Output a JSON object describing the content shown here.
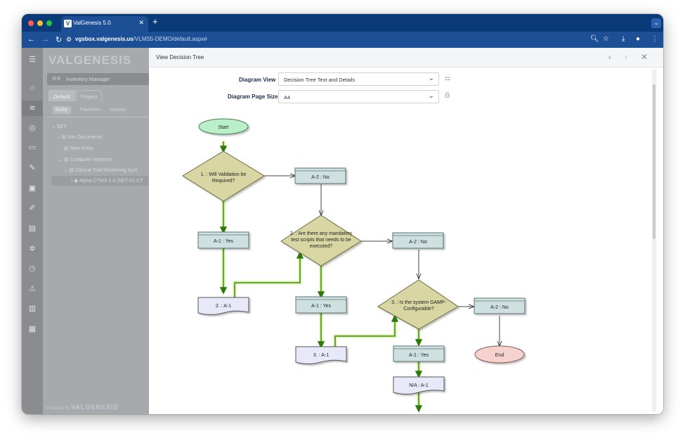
{
  "browser": {
    "tab_title": "ValGenesis 5.0",
    "tab_favicon": "V",
    "url_host": "vgsbox.valgenesis.us",
    "url_path": "/VLMS5-DEMO/default.aspx#",
    "dot_colors": [
      "#ff5f57",
      "#febc2e",
      "#28c840"
    ]
  },
  "sidebar": {
    "brand": "VALGENESIS",
    "inventory_label": "Inventory Manager",
    "tabs": [
      "Default",
      "Project"
    ],
    "subtabs": [
      "Entity",
      "Favorites",
      "History"
    ],
    "tree": [
      {
        "label": "SET"
      },
      {
        "label": "Site Documents"
      },
      {
        "label": "New Entity"
      },
      {
        "label": "Computer Systems"
      },
      {
        "label": "Clinical Trial Monitoring Syst"
      },
      {
        "label": "Alpha CTMS 1.0 (SET-01-CT"
      }
    ],
    "powered_prefix": "Powered by",
    "powered_brand": "VALGENESIS"
  },
  "main": {
    "title": "View Decision Tree",
    "diagram_view_label": "Diagram View",
    "diagram_view_value": "Decision Tree Text and Details",
    "page_size_label": "Diagram Page Size",
    "page_size_value": "A4"
  },
  "diagram": {
    "start": "Start",
    "q1_line1": "1. : Will Validation be",
    "q1_line2": "Required?",
    "q1_no": "A-2 : No",
    "q1_yes": "A-1 : Yes",
    "q1_doc": "2. : A-1",
    "q2_line1": "2. : Are there any mandatory",
    "q2_line2": "test scripts that needs to be",
    "q2_line3": "executed?",
    "q2_no": "A-2 : No",
    "q2_yes": "A-1 : Yes",
    "q2_doc": "3. : A-1",
    "q3_line1": "3. : Is the system GAMP-",
    "q3_line2": "Configurable?",
    "q3_no": "A-2 : No",
    "q3_yes": "A-1 : Yes",
    "q3_doc": "N/A : A-1",
    "end": "End",
    "colors": {
      "decision_fill": "#d8d6a2",
      "decision_stroke": "#6e6c3c",
      "answer_fill": "#cfe0e0",
      "answer_stroke": "#5b7474",
      "doc_fill": "#e7e8f8",
      "start_fill": "#b9efc9",
      "end_fill": "#f6d2cf",
      "yes_arrow": "#2b7a08"
    }
  }
}
